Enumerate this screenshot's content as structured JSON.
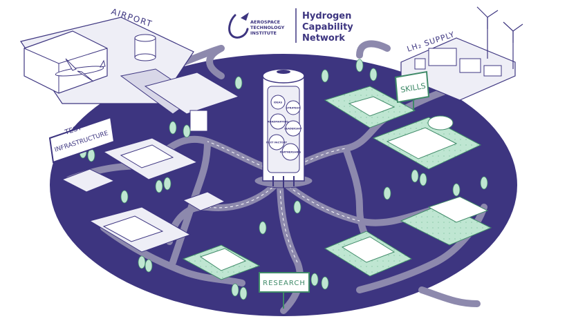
{
  "header": {
    "org_line1": "AEROSPACE",
    "org_line2": "TECHNOLOGY",
    "org_line3": "INSTITUTE",
    "network_line1": "Hydrogen",
    "network_line2": "Capability",
    "network_line3": "Network"
  },
  "zones": {
    "airport": "AIRPORT",
    "lh2_supply": "LH₂ SUPPLY",
    "skills": "SKILLS",
    "test_infrastructure_line1": "TEST",
    "test_infrastructure_line2": "INFRASTRUCTURE",
    "research": "RESEARCH"
  },
  "tower": {
    "bubbles": [
      "IDEAS",
      "STRATEGY",
      "ROADMAPPING",
      "LEADERSHIP",
      "NEXT FACTORY",
      "PARTNERSHIPS"
    ]
  },
  "colors": {
    "navy": "#3d3580",
    "green": "#a9dcc2",
    "green_dark": "#3f8a68",
    "road": "#8d89ad",
    "building": "#eeeef6"
  }
}
